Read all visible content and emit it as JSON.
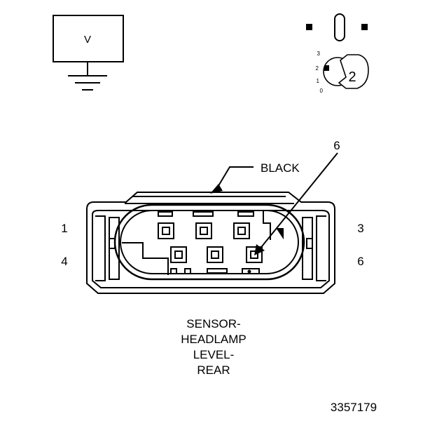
{
  "meter_symbol": {
    "label": "V"
  },
  "meter_scale": {
    "positions": [
      "3",
      "2",
      "1",
      "0"
    ],
    "selected_label": "2"
  },
  "connector": {
    "color_label": "BLACK",
    "callout_pin": "6",
    "pin_labels": {
      "top_left": "1",
      "bottom_left": "4",
      "top_right": "3",
      "bottom_right": "6"
    }
  },
  "caption": {
    "lines": [
      "SENSOR-",
      "HEADLAMP",
      "LEVEL-",
      "REAR"
    ]
  },
  "figure_number": "3357179"
}
